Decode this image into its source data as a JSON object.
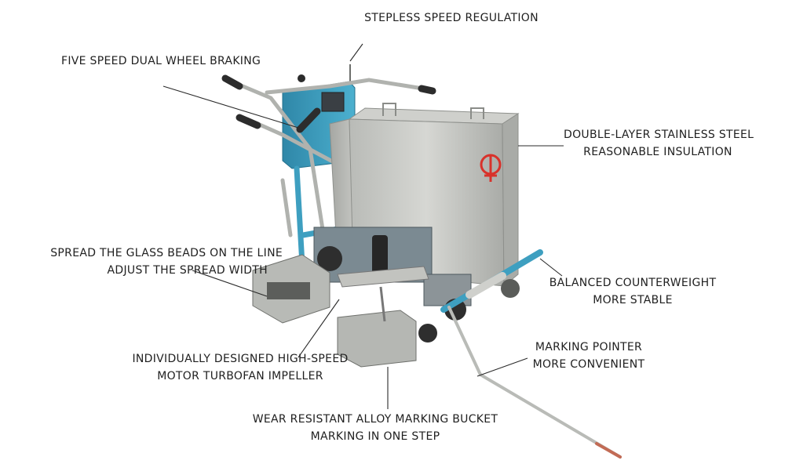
{
  "callouts": {
    "stepless_speed": [
      "STEPLESS SPEED REGULATION"
    ],
    "five_speed": [
      "FIVE SPEED DUAL WHEEL BRAKING"
    ],
    "double_layer": [
      "DOUBLE-LAYER STAINLESS STEEL",
      "REASONABLE INSULATION"
    ],
    "spread_beads": [
      "SPREAD THE GLASS BEADS ON THE LINE",
      "ADJUST THE SPREAD WIDTH"
    ],
    "balanced": [
      "BALANCED COUNTERWEIGHT",
      "MORE STABLE"
    ],
    "individually": [
      "INDIVIDUALLY DESIGNED HIGH-SPEED",
      "MOTOR TURBOFAN IMPELLER"
    ],
    "marking_pointer": [
      "MARKING POINTER",
      "MORE CONVENIENT"
    ],
    "wear_resistant": [
      "WEAR RESISTANT ALLOY MARKING BUCKET",
      "MARKING IN ONE STEP"
    ]
  },
  "colors": {
    "frame_blue": "#3e9fc0",
    "steel": "#c8c9c6",
    "steel_dark": "#8e908c",
    "logo_red": "#d8322b",
    "leader": "#2a2a2a"
  }
}
